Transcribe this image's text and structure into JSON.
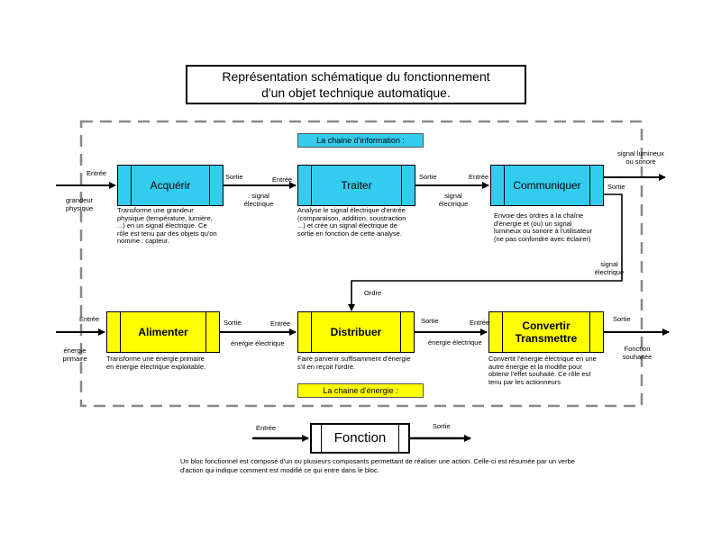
{
  "title": "Représentation schématique du fonctionnement\nd'un objet technique automatique.",
  "info_chain_label": "La chaine d'information :",
  "energy_chain_label": "La chaine d'énergie :",
  "blocks": {
    "acquerir": "Acquérir",
    "traiter": "Traiter",
    "communiquer": "Communiquer",
    "alimenter": "Alimenter",
    "distribuer": "Distribuer",
    "convertir": "Convertir\nTransmettre",
    "fonction": "Fonction"
  },
  "labels": {
    "entree": "Entrée",
    "sortie": "Sortie",
    "grandeur_physique": "grandeur\nphysique",
    "signal_electrique_1": ": signal\nélectrique",
    "signal_electrique_2": "signal\nélectrique",
    "signal_lumineux": "signal lumineux\nou sonore",
    "signal_electrique_3": "signal\nélectrique",
    "ordre": "Ordre",
    "energie_primaire": "énergie\nprimaire",
    "energie_electrique_1": "énergie électrique",
    "energie_electrique_2": "énergie électrique",
    "fonction_souhaitee": "Fonction\nsouhaitée"
  },
  "descriptions": {
    "acquerir": "Transforme une grandeur\nphysique (température, lumière,\n...) en un signal électrique. Ce\nrôle est tenu par des objets qu'on\nnomme : capteur.",
    "traiter": "Analyse le signal électrique d'entrée\n(comparaison, addition, soustraction\n...) et crée un signal électrique de\nsortie en fonction de cette analyse.",
    "communiquer": "Envoie des ordres à la chaîne\nd'énergie et (ou) un signal\nlumineux ou sonore à l'utilisateur\n(ne pas confondre avec éclairer)",
    "alimenter": "Transforme une énergie primaire\nen énergie électrique exploitable.",
    "distribuer": "Faire parvenir suffisamment d'énergie\ns'il en reçoit l'ordre.",
    "convertir": "Convertit l'énergie électrique en une\nautre énergie et la modifie pour\nobtenir l'effet souhaité. Ce rôle est\ntenu par les actionneurs"
  },
  "footer": "Un bloc fonctionnel est composé d'un ou plusieurs composants permettant de réaliser une action. Celle-ci est résumée par un verbe d'action qui indique comment est modifié ce qui entre dans le bloc.",
  "colors": {
    "information": "#33ccee",
    "energy": "#ffff00",
    "dashed_frame": "#888888"
  }
}
